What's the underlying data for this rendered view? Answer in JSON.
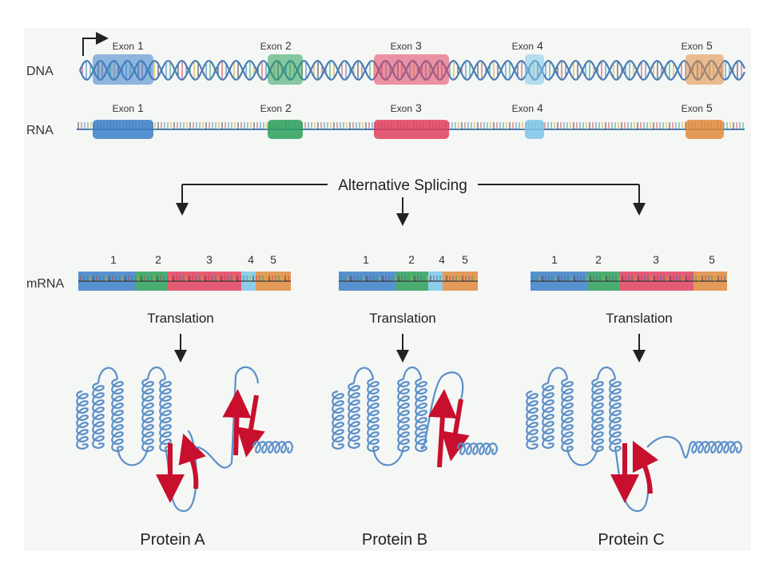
{
  "rows": {
    "dna_label": "DNA",
    "rna_label": "RNA",
    "mrna_label": "mRNA"
  },
  "exons": [
    {
      "label": "Exon",
      "num": "1",
      "color": "#3b7fc8"
    },
    {
      "label": "Exon",
      "num": "2",
      "color": "#2aa05a"
    },
    {
      "label": "Exon",
      "num": "3",
      "color": "#e0405e"
    },
    {
      "label": "Exon",
      "num": "4",
      "color": "#7cc6e8"
    },
    {
      "label": "Exon",
      "num": "5",
      "color": "#e08a3c"
    }
  ],
  "splicing_label": "Alternative Splicing",
  "translation_label": "Translation",
  "variants": [
    {
      "protein": "Protein A",
      "exon_numbers": [
        "1",
        "2",
        "3",
        "4",
        "5"
      ]
    },
    {
      "protein": "Protein B",
      "exon_numbers": [
        "1",
        "2",
        "4",
        "5"
      ]
    },
    {
      "protein": "Protein C",
      "exon_numbers": [
        "1",
        "2",
        "3",
        "5"
      ]
    }
  ],
  "colors": {
    "background": "#ffffff",
    "panel": "#f4f6f4",
    "protein": "#5b8fc9",
    "strand": "#c8102e",
    "text": "#333333"
  }
}
